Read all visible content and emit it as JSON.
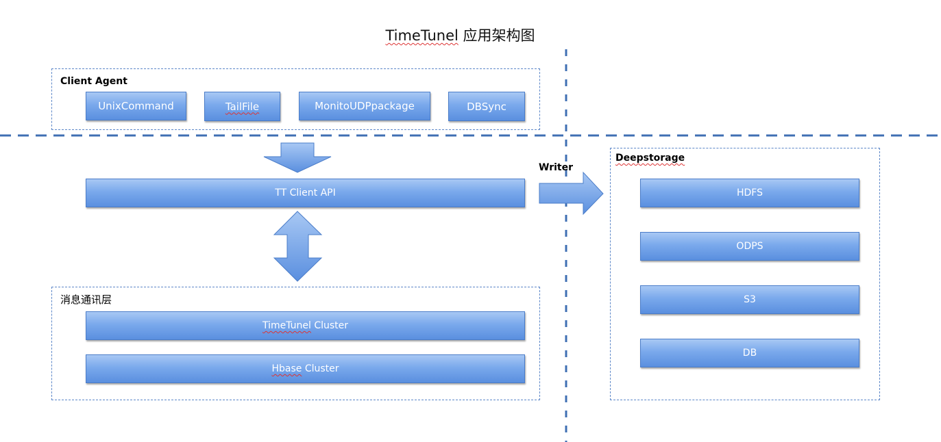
{
  "title": {
    "prefix": "TimeTunel",
    "suffix": " 应用架构图"
  },
  "client_agent": {
    "label": "Client Agent",
    "items": [
      "UnixCommand",
      "TailFile",
      "MonitoUDPpackage",
      "DBSync"
    ]
  },
  "client_api": {
    "label": "TT Client API"
  },
  "writer_label": "Writer",
  "messaging_layer": {
    "label": "消息通讯层",
    "timetunel_cluster": {
      "prefix": "TimeTunel",
      "suffix": " Cluster"
    },
    "hbase_cluster": {
      "prefix": "Hbase",
      "suffix": " Cluster"
    }
  },
  "deepstorage": {
    "label": "Deepstorage",
    "items": [
      "HDFS",
      "ODPS",
      "S3",
      "DB"
    ]
  },
  "colors": {
    "box_fill_top": "#a8c8f4",
    "box_fill_bottom": "#5a8fdf",
    "dashed_line": "#3f6fb3",
    "group_border": "#5b86c8"
  }
}
